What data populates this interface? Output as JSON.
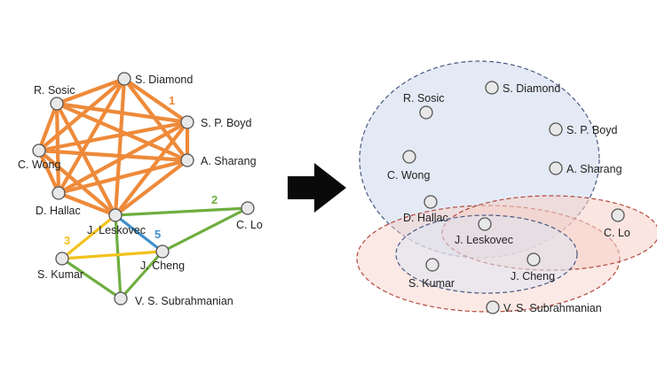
{
  "colors": {
    "edge_1": "#ee8a3a",
    "edge_2": "#6fae3f",
    "edge_3": "#f2c21b",
    "edge_5": "#3f8fcc",
    "arrow": "#0a0a0a",
    "cluster_blue_fill": "#dfe6f3",
    "cluster_blue_stroke": "#4a5a82",
    "cluster_red_fill": "#f6cfc6",
    "cluster_red_stroke": "#b24a3e"
  },
  "edge_labels": {
    "l1": "1",
    "l2": "2",
    "l3": "3",
    "l5": "5"
  },
  "left_nodes": [
    {
      "id": "sdiamond",
      "label": "S. Diamond"
    },
    {
      "id": "rsosic",
      "label": "R. Sosic"
    },
    {
      "id": "spboyd",
      "label": "S. P. Boyd"
    },
    {
      "id": "cwong",
      "label": "C. Wong"
    },
    {
      "id": "asharang",
      "label": "A. Sharang"
    },
    {
      "id": "dhallac",
      "label": "D. Hallac"
    },
    {
      "id": "jleskovec",
      "label": "J. Leskovec"
    },
    {
      "id": "clo",
      "label": "C. Lo"
    },
    {
      "id": "skumar",
      "label": "S. Kumar"
    },
    {
      "id": "jcheng",
      "label": "J. Cheng"
    },
    {
      "id": "vss",
      "label": "V. S. Subrahmanian"
    }
  ],
  "right_nodes": [
    {
      "id": "rsosic",
      "label": "R. Sosic"
    },
    {
      "id": "sdiamond",
      "label": "S. Diamond"
    },
    {
      "id": "spboyd",
      "label": "S. P. Boyd"
    },
    {
      "id": "cwong",
      "label": "C. Wong"
    },
    {
      "id": "asharang",
      "label": "A. Sharang"
    },
    {
      "id": "dhallac",
      "label": "D. Hallac"
    },
    {
      "id": "clo",
      "label": "C. Lo"
    },
    {
      "id": "jleskovec",
      "label": "J. Leskovec"
    },
    {
      "id": "skumar",
      "label": "S. Kumar"
    },
    {
      "id": "jcheng",
      "label": "J. Cheng"
    },
    {
      "id": "vss",
      "label": "V. S. Subrahmanian"
    }
  ],
  "edge_groups": [
    {
      "group": "1",
      "pairs": [
        [
          "sdiamond",
          "rsosic"
        ],
        [
          "sdiamond",
          "spboyd"
        ],
        [
          "sdiamond",
          "cwong"
        ],
        [
          "sdiamond",
          "asharang"
        ],
        [
          "sdiamond",
          "dhallac"
        ],
        [
          "sdiamond",
          "jleskovec"
        ],
        [
          "rsosic",
          "spboyd"
        ],
        [
          "rsosic",
          "cwong"
        ],
        [
          "rsosic",
          "asharang"
        ],
        [
          "rsosic",
          "dhallac"
        ],
        [
          "rsosic",
          "jleskovec"
        ],
        [
          "spboyd",
          "cwong"
        ],
        [
          "spboyd",
          "asharang"
        ],
        [
          "spboyd",
          "dhallac"
        ],
        [
          "spboyd",
          "jleskovec"
        ],
        [
          "cwong",
          "asharang"
        ],
        [
          "cwong",
          "dhallac"
        ],
        [
          "cwong",
          "jleskovec"
        ],
        [
          "asharang",
          "dhallac"
        ],
        [
          "asharang",
          "jleskovec"
        ],
        [
          "dhallac",
          "jleskovec"
        ]
      ]
    },
    {
      "group": "2",
      "pairs": [
        [
          "jleskovec",
          "clo"
        ],
        [
          "jleskovec",
          "vss"
        ],
        [
          "clo",
          "jcheng"
        ],
        [
          "jcheng",
          "vss"
        ],
        [
          "skumar",
          "vss"
        ]
      ]
    },
    {
      "group": "3",
      "pairs": [
        [
          "jleskovec",
          "skumar"
        ],
        [
          "skumar",
          "jcheng"
        ]
      ]
    },
    {
      "group": "5",
      "pairs": [
        [
          "jleskovec",
          "jcheng"
        ]
      ]
    }
  ]
}
